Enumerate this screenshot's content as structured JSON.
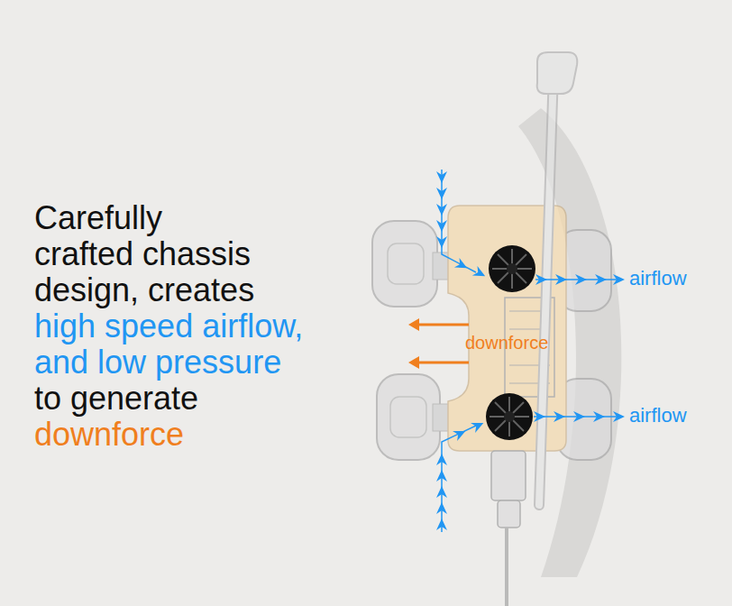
{
  "diagram": {
    "labels": [
      "Carefully crafted chassis design, creates",
      "high speed airflow, and low pressure",
      "to generate",
      "downforce",
      "downforce",
      "airflow",
      "airflow"
    ]
  }
}
